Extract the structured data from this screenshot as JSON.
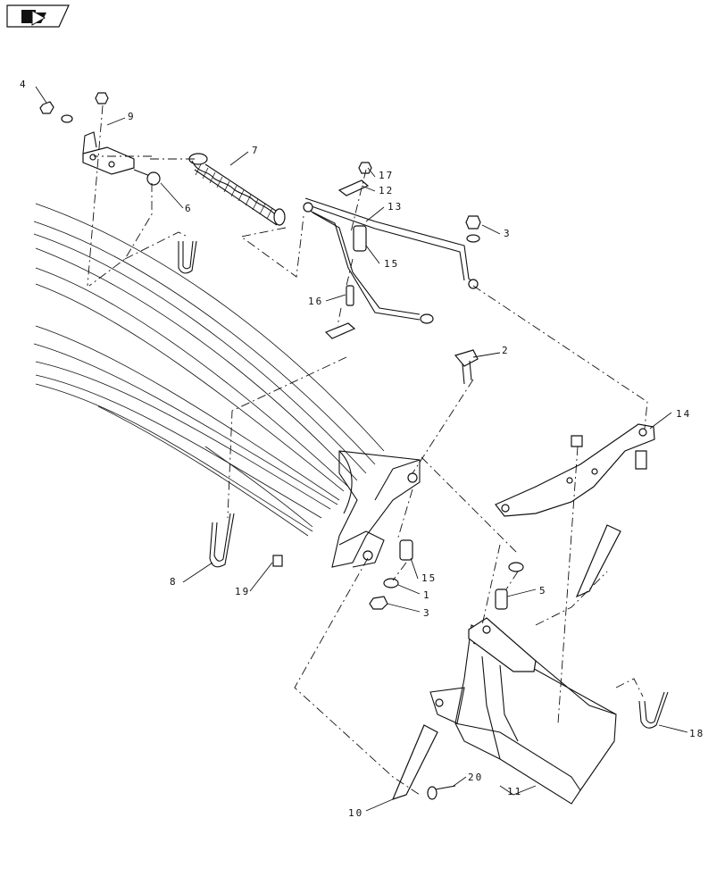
{
  "nav_icon": {
    "icon": "next-page-arrow-icon"
  },
  "callouts": {
    "c1": "1",
    "c2": "2",
    "c3a": "3",
    "c3b": "3",
    "c4": "4",
    "c5": "5",
    "c6": "6",
    "c7": "7",
    "c8": "8",
    "c9": "9",
    "c10": "10",
    "c11": "11",
    "c12": "12",
    "c13": "13",
    "c14": "14",
    "c15a": "15",
    "c15b": "15",
    "c16": "16",
    "c17": "17",
    "c18": "18",
    "c19": "19",
    "c20": "20"
  }
}
